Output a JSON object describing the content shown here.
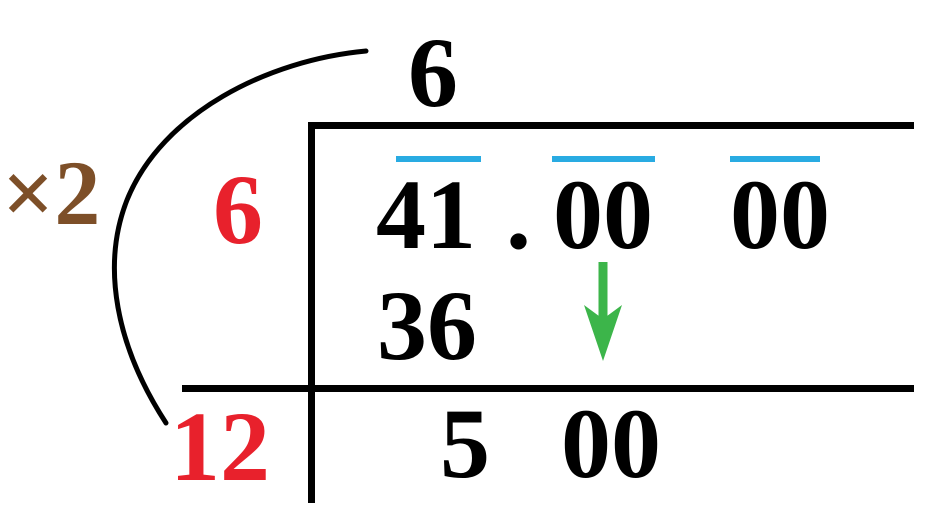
{
  "colors": {
    "background": "#ffffff",
    "black": "#000000",
    "red": "#e8212c",
    "brown": "#7d4f28",
    "cyan": "#29abe2",
    "green": "#3cb54a"
  },
  "math": {
    "multiplier_label": "×2",
    "quotient_digit": "6",
    "divisor_digit": "6",
    "dividend_integer": "41",
    "decimal_point": ".",
    "dividend_pair_1": "00",
    "dividend_pair_2": "00",
    "product": "36",
    "next_divisor": "12",
    "remainder_digit": "5",
    "brought_down_pair": "00"
  },
  "icons": {
    "curved_arrow": "curved-arrow-icon",
    "bring_down_arrow": "down-arrow-icon",
    "pair_overlines": "overline-icon"
  }
}
